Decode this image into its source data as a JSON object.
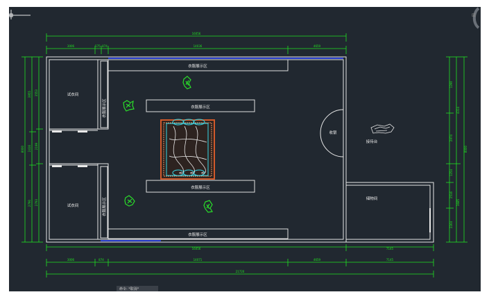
{
  "colors": {
    "canvas": "#212830",
    "wall": "#e8e8e8",
    "dimension": "#21e321",
    "furniture": "#e0e0e0",
    "blue_accent": "#2a3fd0",
    "plant": "#2adf2a",
    "table_frame": "#d25a2a",
    "chair": "#38d8e8",
    "outline": "#ffffff",
    "scroll_arc": "#6a7078"
  },
  "labels": {
    "fitting_room_top": "试衣间",
    "fitting_room_bottom": "试衣间",
    "display_top": "衣服展示区",
    "display_center_top": "衣服展示区",
    "display_center_bottom": "衣服展示区",
    "display_bottom": "衣服展示区",
    "display_left_top": "衣服展示区",
    "display_left_bottom": "衣服展示区",
    "reception": "收银",
    "rest_area": "接待台",
    "storage": "储物间"
  },
  "dimensions": {
    "top_total": "16056",
    "top_segment_1": "3006",
    "top_segment_2": "575",
    "top_segment_3": "874",
    "top_segment_4": "14036",
    "top_segment_5": "4659",
    "bottom_segment_1": "3006",
    "bottom_segment_2": "874",
    "bottom_segment_3": "14071",
    "bottom_segment_4": "4659",
    "bottom_segment_5": "7145",
    "bottom_total": "21720",
    "storage_width": "7145",
    "left_outer": "8000",
    "left_mid_1": "3955",
    "left_mid_2": "2416",
    "left_mid_3": "2790",
    "left_inner_1": "3553",
    "left_inner_2": "2199",
    "left_inner_3": "2793",
    "right_outer": "8000",
    "right_mid_1": "4314",
    "right_mid_2": "3685",
    "right_inner_1": "1290",
    "right_inner_2": "2974",
    "right_inner_3": "1254",
    "right_inner_4": "2516",
    "right_inner_5": "2264"
  },
  "status_text": "命令: *取消*"
}
